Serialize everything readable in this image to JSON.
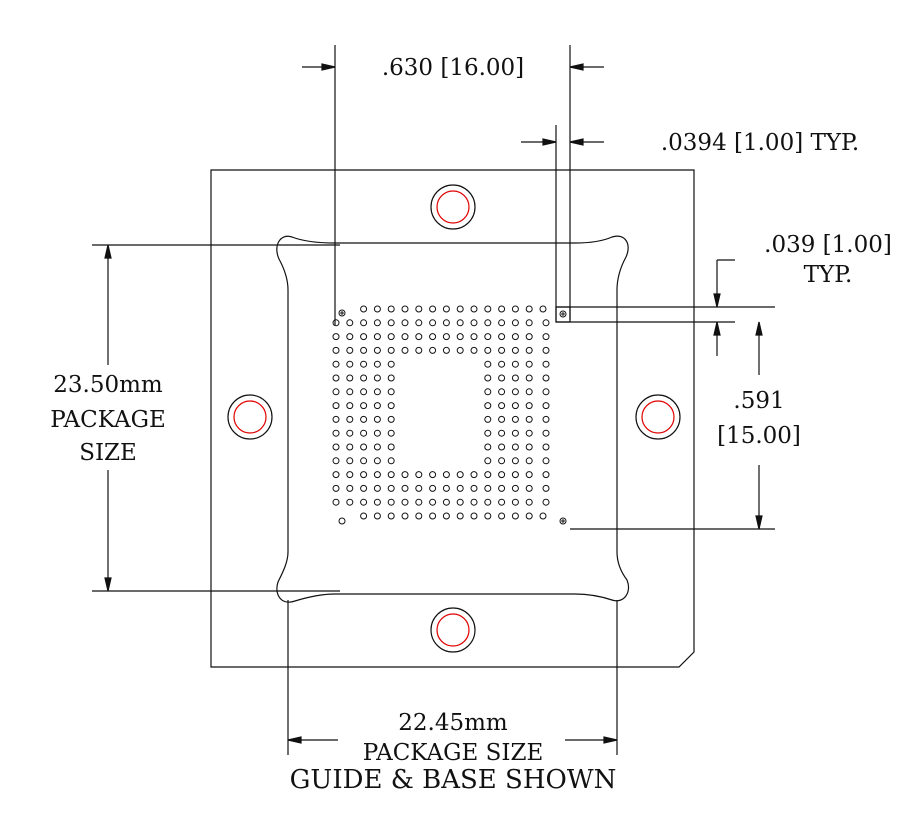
{
  "labels": {
    "dim_top": ".630 [16.00]",
    "dim_pitch_h": ".0394 [1.00] TYP.",
    "dim_pitch_v_1": ".039 [1.00]",
    "dim_pitch_v_2": "TYP.",
    "dim_rows_1": ".591",
    "dim_rows_2": "[15.00]",
    "pkg_v_1": "23.50mm",
    "pkg_v_2": "PACKAGE",
    "pkg_v_3": "SIZE",
    "pkg_h_1": "22.45mm",
    "pkg_h_2": "PACKAGE SIZE",
    "caption": "GUIDE & BASE SHOWN"
  },
  "ball_grid": {
    "columns": 16,
    "rows": 16,
    "depopulated_center": {
      "columns": 6,
      "rows": 8
    },
    "pitch_mm": 1.0
  },
  "colors": {
    "line": "#111111",
    "mount_hole_inner": "#e00000"
  }
}
